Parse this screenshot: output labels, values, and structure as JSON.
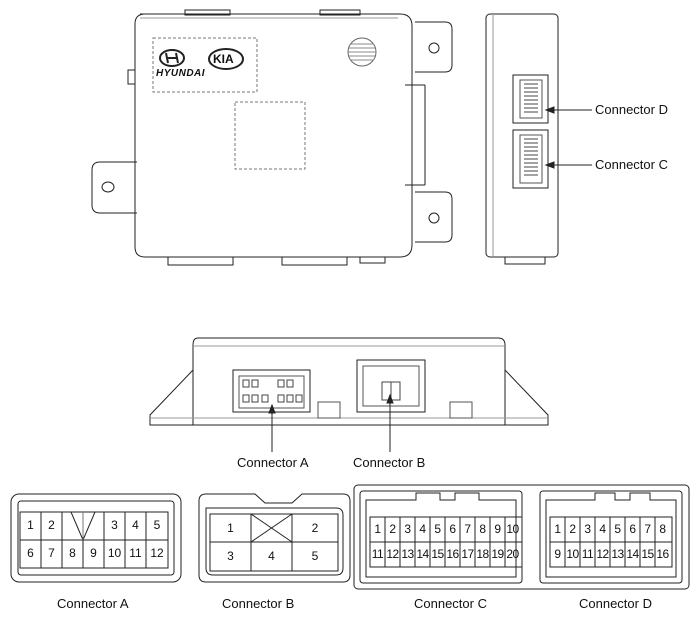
{
  "logos": {
    "brand1": "HYUNDAI",
    "brand2": "KIA"
  },
  "labels": {
    "connector_d": "Connector D",
    "connector_c": "Connector C",
    "connector_a": "Connector A",
    "connector_b": "Connector B"
  },
  "captions": [
    "Connector A",
    "Connector B",
    "Connector C",
    "Connector D"
  ],
  "pins": {
    "a_top": [
      "1",
      "2",
      "3",
      "4",
      "5"
    ],
    "a_bottom": [
      "6",
      "7",
      "8",
      "9",
      "10",
      "11",
      "12"
    ],
    "b_top": [
      "1",
      "2"
    ],
    "b_bottom": [
      "3",
      "4",
      "5"
    ],
    "c_top": [
      "1",
      "2",
      "3",
      "4",
      "5",
      "6",
      "7",
      "8",
      "9",
      "10"
    ],
    "c_bottom": [
      "11",
      "12",
      "13",
      "14",
      "15",
      "16",
      "17",
      "18",
      "19",
      "20"
    ],
    "d_top": [
      "1",
      "2",
      "3",
      "4",
      "5",
      "6",
      "7",
      "8"
    ],
    "d_bottom": [
      "9",
      "10",
      "11",
      "12",
      "13",
      "14",
      "15",
      "16"
    ]
  }
}
